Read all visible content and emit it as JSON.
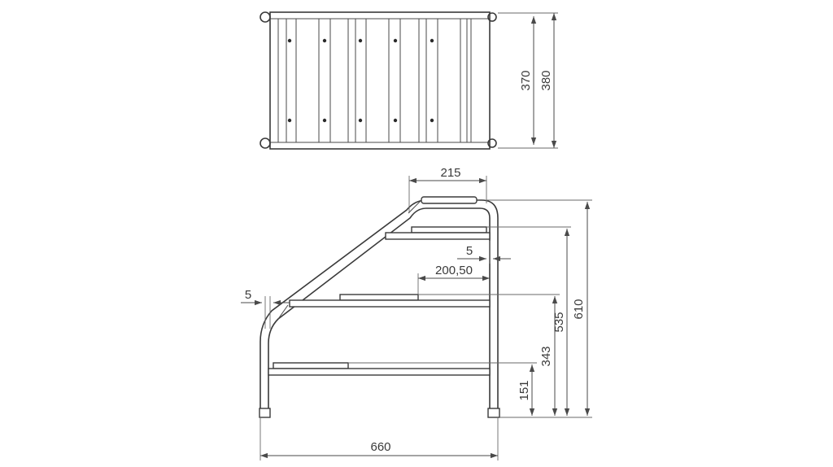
{
  "drawing": {
    "dimensions": {
      "top_depth_inner": "370",
      "top_depth_outer": "380",
      "handrail_width": "215",
      "step_setback": "5",
      "step_offset": "200,50",
      "rail_offset": "5",
      "height_step1": "151",
      "height_step2": "343",
      "height_step3": "535",
      "height_total": "610",
      "width_total": "660"
    }
  }
}
